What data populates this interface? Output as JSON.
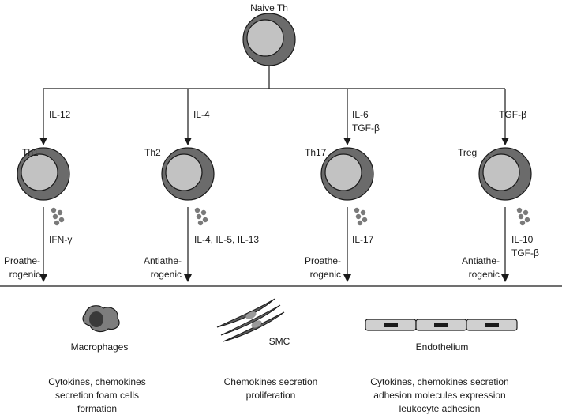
{
  "root": {
    "label": "Naive Th"
  },
  "subsets": [
    {
      "name": "Th1",
      "inducer": [
        "IL-12"
      ],
      "cytokines": [
        "IFN-γ"
      ],
      "effect": [
        "Proathe-",
        "rogenic"
      ]
    },
    {
      "name": "Th2",
      "inducer": [
        "IL-4"
      ],
      "cytokines": [
        "IL-4, IL-5, IL-13"
      ],
      "effect": [
        "Antiathe-",
        "rogenic"
      ]
    },
    {
      "name": "Th17",
      "inducer": [
        "IL-6",
        "TGF-β"
      ],
      "cytokines": [
        "IL-17"
      ],
      "effect": [
        "Proathe-",
        "rogenic"
      ]
    },
    {
      "name": "Treg",
      "inducer": [
        "TGF-β"
      ],
      "cytokines": [
        "IL-10",
        "TGF-β"
      ],
      "effect": [
        "Antiathe-",
        "rogenic"
      ]
    }
  ],
  "targets": [
    {
      "name": "Macrophages",
      "icon": "macrophage-icon",
      "functions": [
        "Cytokines, chemokines",
        "secretion foam cells",
        "formation"
      ]
    },
    {
      "name": "SMC",
      "icon": "smc-icon",
      "functions": [
        "Chemokines secretion",
        "proliferation"
      ]
    },
    {
      "name": "Endothelium",
      "icon": "endothelium-icon",
      "functions": [
        "Cytokines, chemokines secretion",
        "adhesion molecules expression",
        "leukocyte adhesion"
      ]
    }
  ],
  "colors": {
    "line": "#1a1a1a",
    "cell_outer": "#6b6b6b",
    "cell_inner": "#c2c2c2",
    "granule": "#7a7a7a",
    "macrophage_body": "#7d7d7d",
    "macrophage_nucleus": "#3a3a3a",
    "smc": "#5a5a5a",
    "endothelium_cell": "#d0d0d0",
    "endothelium_nucleus": "#1a1a1a"
  }
}
